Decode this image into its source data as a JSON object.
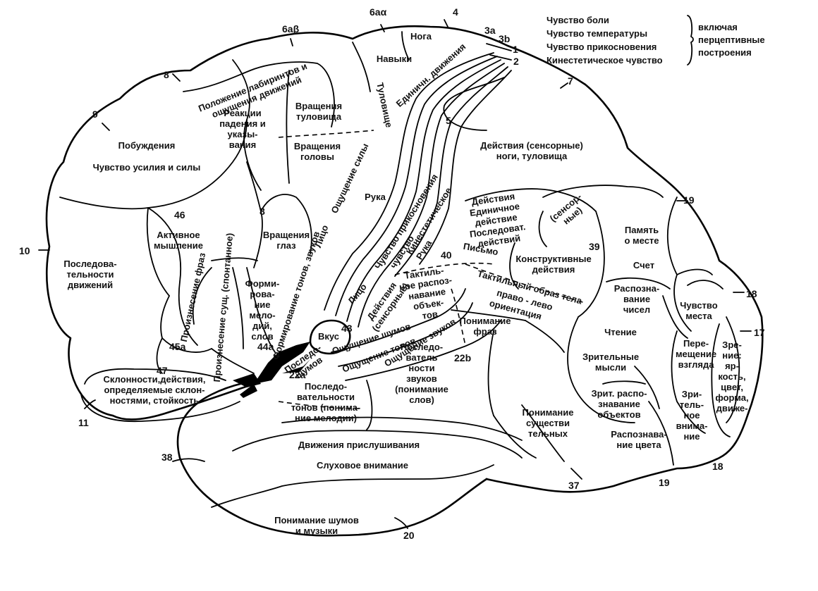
{
  "legend": {
    "items": [
      "Чувство боли",
      "Чувство температуры",
      "Чувство прикосновения",
      "Кинестетическое чувство"
    ],
    "note": [
      "включая",
      "перцептивные",
      "построения"
    ]
  },
  "area_numbers": [
    "1",
    "2",
    "3a",
    "3b",
    "4",
    "5",
    "6aα",
    "6aβ",
    "7",
    "8",
    "8",
    "9",
    "10",
    "11",
    "17",
    "18",
    "18",
    "19",
    "19",
    "20",
    "22b",
    "22a",
    "37",
    "38",
    "39",
    "40",
    "43",
    "44a",
    "45a",
    "46",
    "47"
  ],
  "regions": [
    {
      "id": "r-navyki",
      "lines": [
        "Навыки"
      ]
    },
    {
      "id": "r-noga",
      "lines": [
        "Нога"
      ]
    },
    {
      "id": "r-labirint",
      "lines": [
        "Положение лабиринтов и",
        "ощущения движений"
      ]
    },
    {
      "id": "r-reakcii",
      "lines": [
        "Реакции",
        "падения и",
        "указы-",
        "вания"
      ]
    },
    {
      "id": "r-vrash-tul",
      "lines": [
        "Вращения",
        "туловища"
      ]
    },
    {
      "id": "r-vrash-gol",
      "lines": [
        "Вращения",
        "головы"
      ]
    },
    {
      "id": "r-pobuzhd",
      "lines": [
        "Побуждения"
      ]
    },
    {
      "id": "r-usilie",
      "lines": [
        "Чувство усилия и силы"
      ]
    },
    {
      "id": "r-deistv-sens",
      "lines": [
        "Действия (сенсорные)",
        "ноги, туловища"
      ]
    },
    {
      "id": "r-ruka-top",
      "lines": [
        "Рука"
      ]
    },
    {
      "id": "r-aktiv",
      "lines": [
        "Активное",
        "мышление"
      ]
    },
    {
      "id": "r-posled-dv",
      "lines": [
        "Последова-",
        "тельности",
        "движений"
      ]
    },
    {
      "id": "r-vrash-glaz",
      "lines": [
        "Вращения",
        "глаз"
      ]
    },
    {
      "id": "r-formir",
      "lines": [
        "Форми-",
        "рова-",
        "ние",
        "мело-",
        "дий,",
        "слов"
      ]
    },
    {
      "id": "r-deistviya",
      "lines": [
        "Действия",
        "Единичное",
        "действие",
        "Последоват.",
        "действий"
      ]
    },
    {
      "id": "r-sensornye",
      "lines": [
        "(сенсор-",
        "ные)"
      ]
    },
    {
      "id": "r-pamyat",
      "lines": [
        "Память",
        "о месте"
      ]
    },
    {
      "id": "r-schet",
      "lines": [
        "Счет"
      ]
    },
    {
      "id": "r-raspoz-chisel",
      "lines": [
        "Распозна-",
        "вание",
        "чисел"
      ]
    },
    {
      "id": "r-konstrukt",
      "lines": [
        "Конструктивные",
        "действия"
      ]
    },
    {
      "id": "r-pismo",
      "lines": [
        "Письмо"
      ]
    },
    {
      "id": "r-taktil",
      "lines": [
        "Тактиль-",
        "ное распоз-",
        "навание",
        "объек-",
        "тов"
      ]
    },
    {
      "id": "r-deistv-s2",
      "lines": [
        "Действия",
        "(сенсорные)"
      ]
    },
    {
      "id": "r-vkus",
      "lines": [
        "Вкус"
      ]
    },
    {
      "id": "r-ponim-fraz",
      "lines": [
        "Понимание",
        "фраз"
      ]
    },
    {
      "id": "r-chtenie",
      "lines": [
        "Чтение"
      ]
    },
    {
      "id": "r-zrit-mysli",
      "lines": [
        "Зрительные",
        "мысли"
      ]
    },
    {
      "id": "r-zrit-raspoz",
      "lines": [
        "Зрит. распо-",
        "знавание",
        "объектов"
      ]
    },
    {
      "id": "r-raspoz-cveta",
      "lines": [
        "Распознава-",
        "ние цвета"
      ]
    },
    {
      "id": "r-chuvstvo-mesta",
      "lines": [
        "Чувство",
        "места"
      ]
    },
    {
      "id": "r-peremeshch",
      "lines": [
        "Пере-",
        "мещение",
        "взгляда"
      ]
    },
    {
      "id": "r-zrit-vnim",
      "lines": [
        "Зри-",
        "тель-",
        "ное",
        "внима-",
        "ние"
      ]
    },
    {
      "id": "r-zrenie",
      "lines": [
        "Зре-",
        "ние:",
        "яр-",
        "кость,",
        "цвет,",
        "форма,",
        "движе-"
      ]
    },
    {
      "id": "r-posled-zvukov",
      "lines": [
        "Последо-",
        "ватель",
        "ности",
        "звуков",
        "(понимание",
        "слов)"
      ]
    },
    {
      "id": "r-posled-tonov",
      "lines": [
        "Последо-",
        "вательности",
        "тонов (понима-",
        "ние мелодии)"
      ]
    },
    {
      "id": "r-posled-shumov",
      "lines": [
        "Последо-",
        "шумов"
      ]
    },
    {
      "id": "r-sklonnosti",
      "lines": [
        "Склонности,действия,",
        "определяемые склон-",
        "ностями, стойкость"
      ]
    },
    {
      "id": "r-ponim-sushch",
      "lines": [
        "Понимание",
        "существи",
        "тельных"
      ]
    },
    {
      "id": "r-dvizh-prisl",
      "lines": [
        "Движения прислушивания"
      ]
    },
    {
      "id": "r-sluh-vnim",
      "lines": [
        "Слуховое внимание"
      ]
    },
    {
      "id": "r-shumy-muzyka",
      "lines": [
        "Понимание шумов",
        "и музыки"
      ]
    }
  ],
  "rotated_labels": [
    {
      "id": "rot-edinich",
      "text": "Единичн. движения"
    },
    {
      "id": "rot-tulovishe",
      "text": "Туловище"
    },
    {
      "id": "rot-oshch-sily",
      "text": "Ощущение силы"
    },
    {
      "id": "rot-lico-top",
      "text": "Лицо"
    },
    {
      "id": "rot-chuv-prikos",
      "text": "Чувство прикосновения"
    },
    {
      "id": "rot-kinest",
      "text": "Кинестетическое"
    },
    {
      "id": "rot-chuvstvo",
      "text": "чувство"
    },
    {
      "id": "rot-ruka",
      "text": "Рука"
    },
    {
      "id": "rot-lico-bot",
      "text": "Лицо"
    },
    {
      "id": "rot-formir-tonov",
      "text": "Формирование тонов, звуков"
    },
    {
      "id": "rot-proizn-fraz",
      "text": "Произнесение фраз"
    },
    {
      "id": "rot-proizn-sush",
      "text": "Произнесение сущ. (спонтанное)"
    },
    {
      "id": "rot-oshch-shumov",
      "text": "Ощущение шумов"
    },
    {
      "id": "rot-oshch-tonov",
      "text": "Ощущение тонов"
    },
    {
      "id": "rot-oshch-zvukov",
      "text": "Ощущение звуков"
    },
    {
      "id": "rot-taktil-obraz",
      "text": "Тактильный образ тела"
    },
    {
      "id": "rot-pravo-levo",
      "text": "право - лево"
    },
    {
      "id": "rot-orientaciya",
      "text": "ориентация"
    }
  ]
}
